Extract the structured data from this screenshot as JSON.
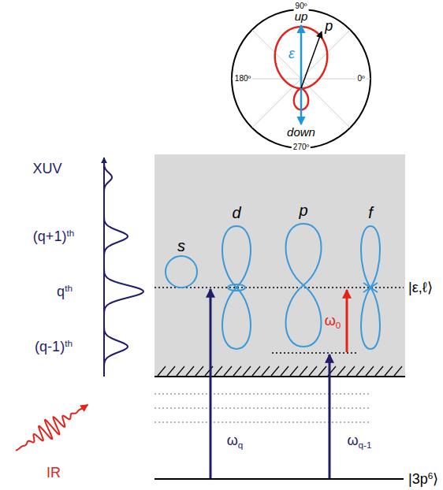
{
  "diagram": {
    "nodes": [
      {
        "text": [
          "s"
        ]
      },
      {
        "text": [
          "d"
        ]
      },
      {
        "text": [
          "p"
        ]
      },
      {
        "text": [
          "f"
        ]
      }
    ],
    "labels": [
      "90º",
      "up",
      "180º",
      "0º",
      "down",
      "270º",
      "ε",
      "p⃗",
      "XUV",
      "(q+1)th",
      "qth",
      "(q-1)th",
      "ω0",
      "ωq",
      "ωq-1",
      "IR",
      "|ε,ℓ⟩",
      "|3p6⟩"
    ]
  }
}
